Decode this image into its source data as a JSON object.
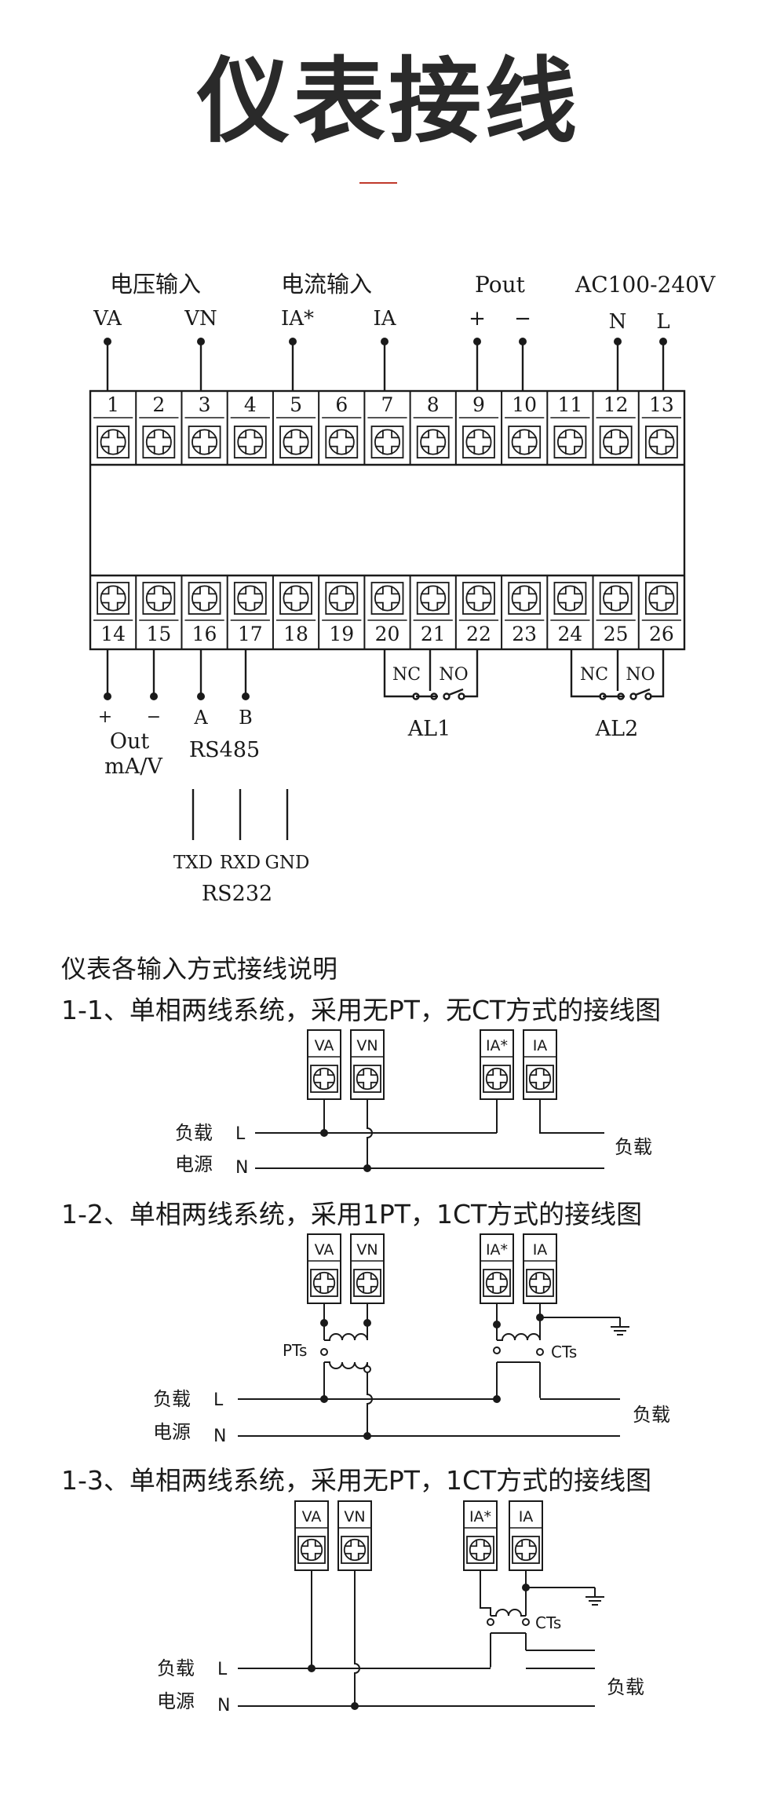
{
  "title": "仪表接线",
  "accent_color": "#c0392b",
  "main_diagram": {
    "groups": [
      "电压输入",
      "电流输入",
      "Pout",
      "AC100-240V"
    ],
    "top_signals": [
      "VA",
      "VN",
      "IA*",
      "IA",
      "+",
      "−",
      "N",
      "L"
    ],
    "top_terminals": [
      "1",
      "2",
      "3",
      "4",
      "5",
      "6",
      "7",
      "8",
      "9",
      "10",
      "11",
      "12",
      "13"
    ],
    "bottom_terminals": [
      "14",
      "15",
      "16",
      "17",
      "18",
      "19",
      "20",
      "21",
      "22",
      "23",
      "24",
      "25",
      "26"
    ],
    "out_plus": "+",
    "out_minus": "−",
    "out_label1": "Out",
    "out_label2": "mA/V",
    "rs485_a": "A",
    "rs485_b": "B",
    "rs485": "RS485",
    "txd": "TXD",
    "rxd": "RXD",
    "gnd": "GND",
    "rs232": "RS232",
    "relay_nc": "NC",
    "relay_no": "NO",
    "al1": "AL1",
    "al2": "AL2"
  },
  "section_intro": "仪表各输入方式接线说明",
  "sections": [
    {
      "heading": "1-1、单相两线系统，采用无PT，无CT方式的接线图"
    },
    {
      "heading": "1-2、单相两线系统，采用1PT，1CT方式的接线图"
    },
    {
      "heading": "1-3、单相两线系统，采用无PT，1CT方式的接线图"
    }
  ],
  "wiring": {
    "va": "VA",
    "vn": "VN",
    "ia_star": "IA*",
    "ia": "IA",
    "load": "负载",
    "source": "电源",
    "line_l": "L",
    "line_n": "N",
    "pts": "PTs",
    "cts": "CTs"
  }
}
